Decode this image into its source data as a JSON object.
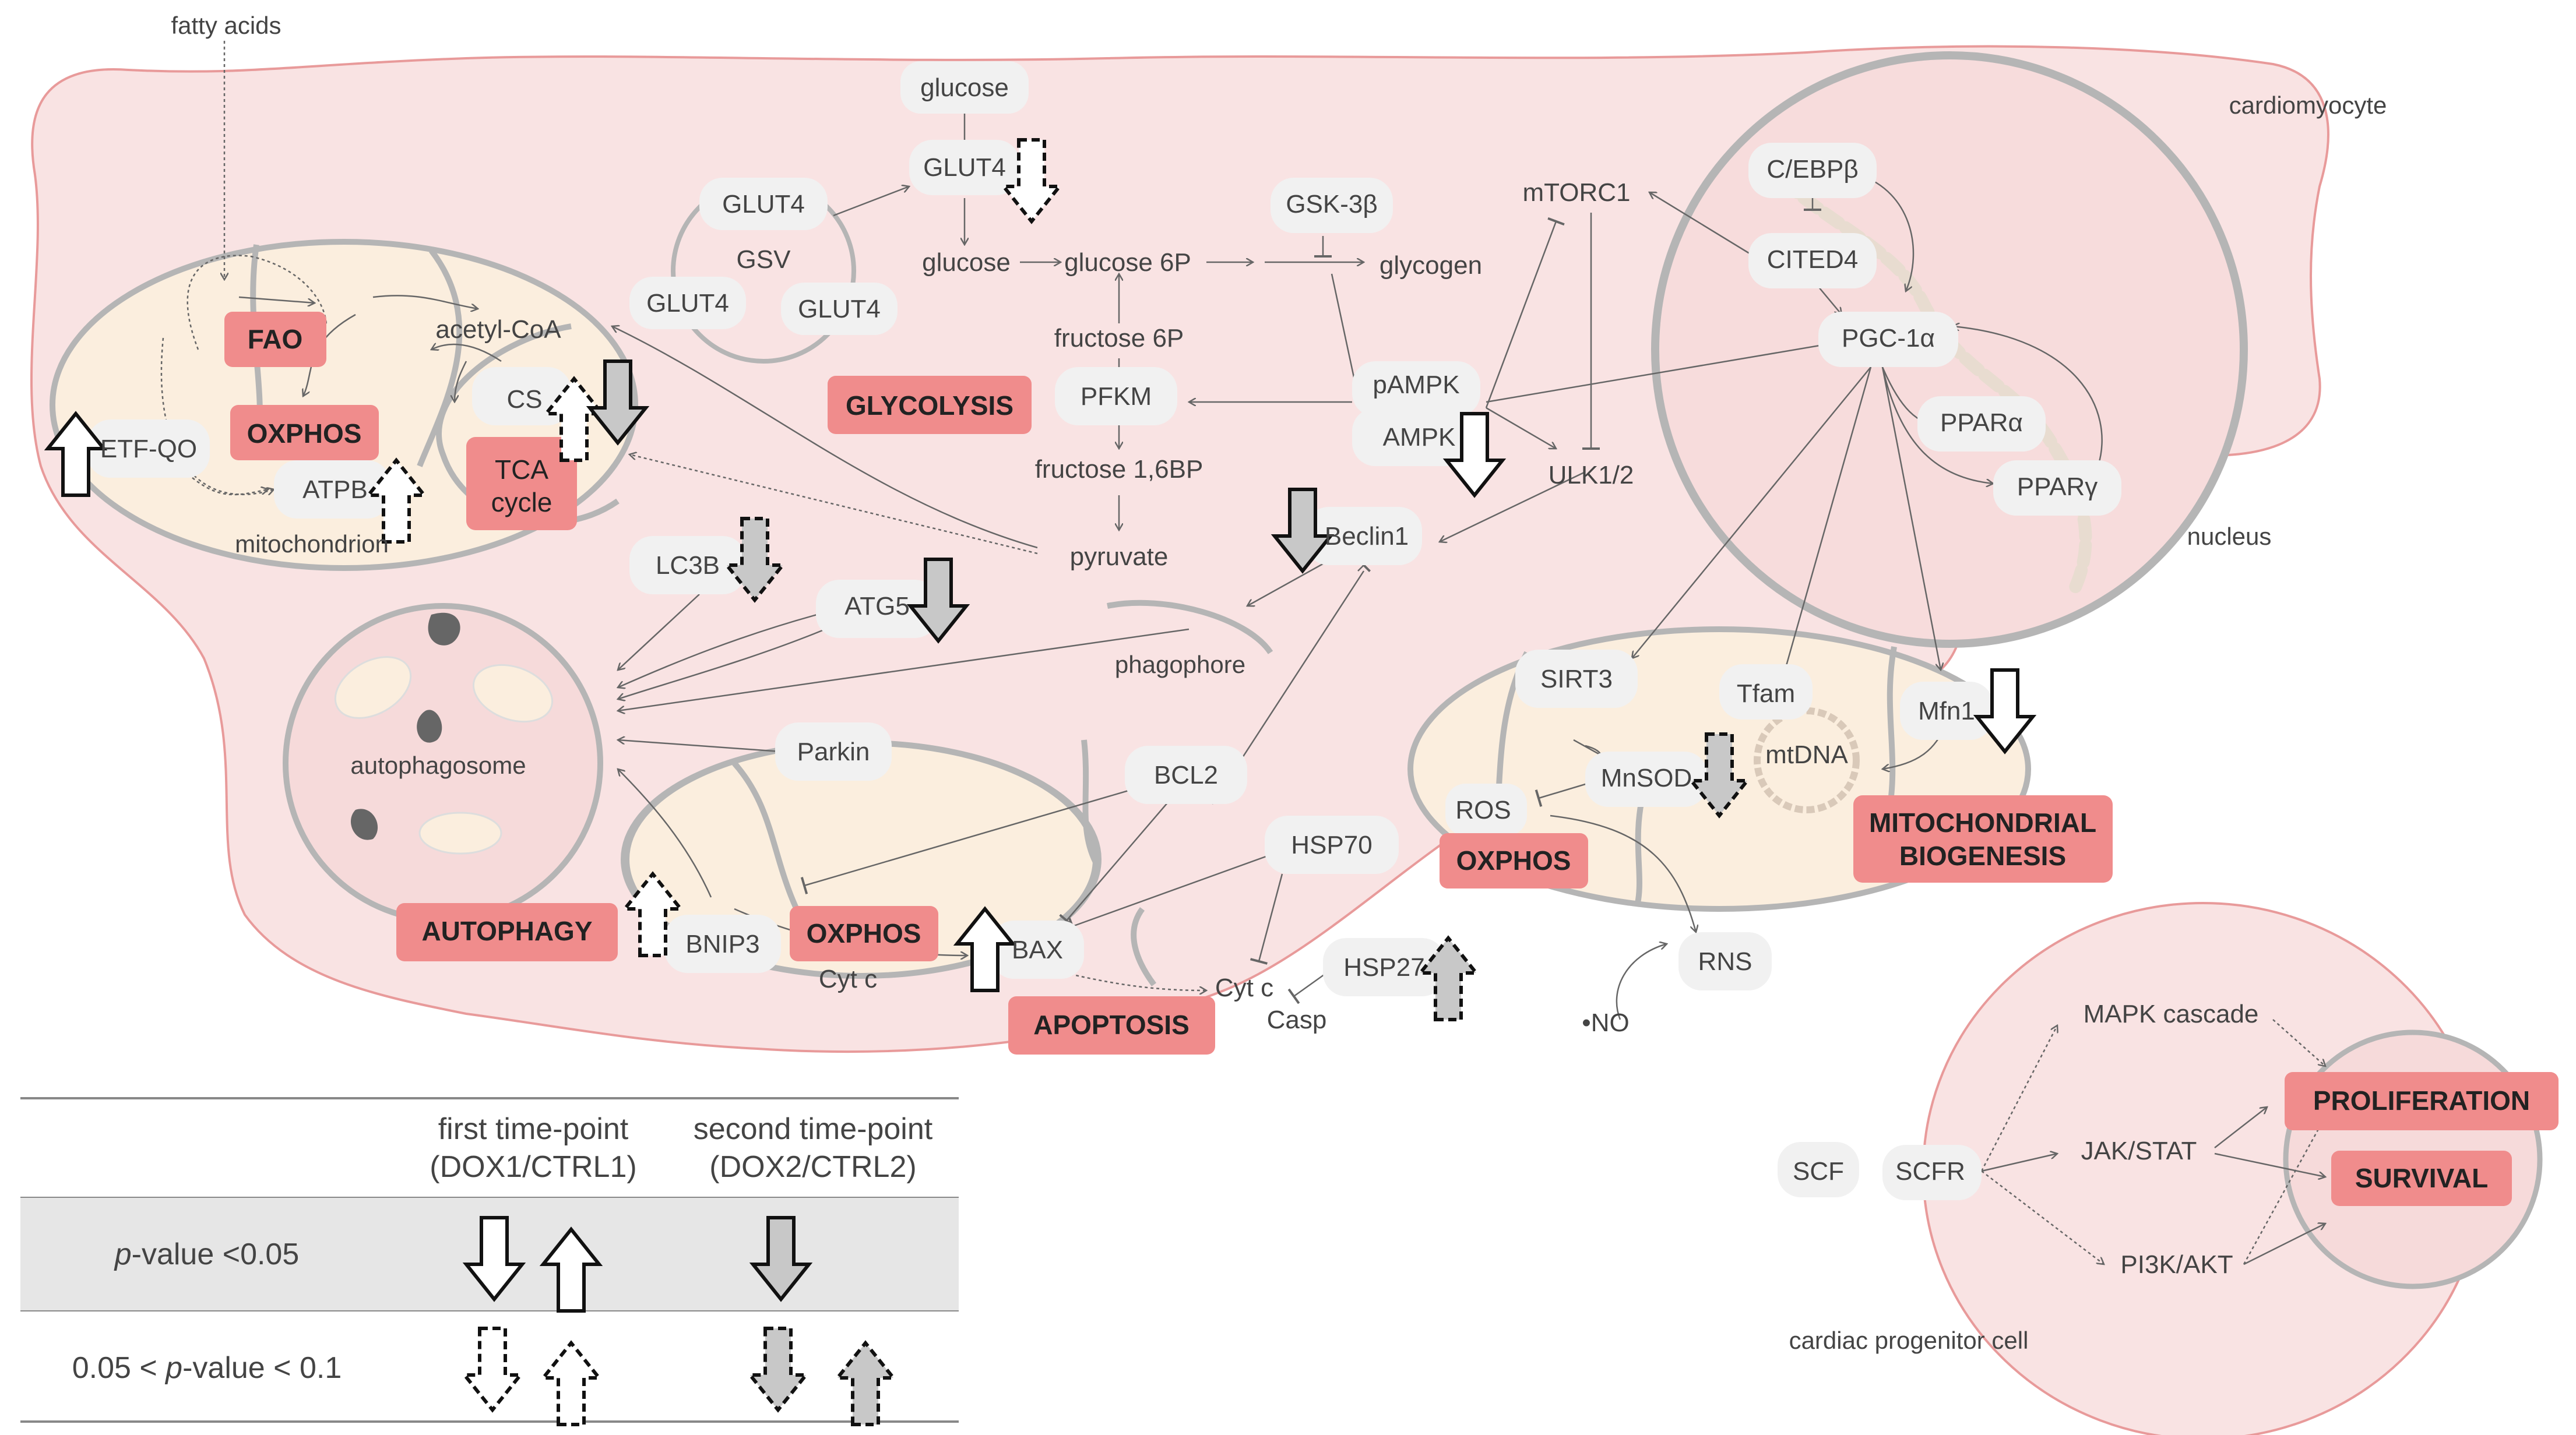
{
  "labels": {
    "fatty_acids": "fatty acids",
    "cardiomyocyte": "cardiomyocyte",
    "nucleus": "nucleus",
    "mitochondrion": "mitochondrion",
    "autophagosome": "autophagosome",
    "phagophore": "phagophore",
    "mtdna": "mtDNA",
    "cardiac_progenitor_cell": "cardiac progenitor cell",
    "gsv": "GSV",
    "glucose_ext": "glucose",
    "glucose": "glucose",
    "glucose_6p": "glucose 6P",
    "fructose_6p": "fructose 6P",
    "fructose_16bp": "fructose 1,6BP",
    "pyruvate": "pyruvate",
    "glycogen": "glycogen",
    "acetyl_coa": "acetyl-CoA",
    "cyt_c_inner": "Cyt c",
    "cyt_c": "Cyt c",
    "casp": "Casp",
    "no": "•NO",
    "ros": "ROS",
    "rns": "RNS",
    "mapk_cascade": "MAPK cascade",
    "jak_stat": "JAK/STAT",
    "pi3k_akt": "PI3K/AKT",
    "scf": "SCF",
    "scfr": "SCFR"
  },
  "proteins": {
    "glut4_top": "GLUT4",
    "glut4_a": "GLUT4",
    "glut4_b": "GLUT4",
    "glut4_c": "GLUT4",
    "gsk3b": "GSK-3β",
    "mtorc1": "mTORC1",
    "cebpb": "C/EBPβ",
    "cited4": "CITED4",
    "pgc1a": "PGC-1α",
    "ppara": "PPARα",
    "pparg": "PPARγ",
    "pfkm": "PFKM",
    "pampk": "pAMPK",
    "ampk": "AMPK",
    "ulk12": "ULK1/2",
    "beclin1": "Beclin1",
    "lc3b": "LC3B",
    "atg5": "ATG5",
    "cs": "CS",
    "etfqo": "ETF-QO",
    "atpb": "ATPB",
    "parkin": "Parkin",
    "bcl2": "BCL2",
    "bnip3": "BNIP3",
    "bax": "BAX",
    "hsp70": "HSP70",
    "hsp27": "HSP27",
    "sirt3": "SIRT3",
    "tfam": "Tfam",
    "mnsod": "MnSOD",
    "mfn1": "Mfn1"
  },
  "processes": {
    "fao": "FAO",
    "oxphos_1": "OXPHOS",
    "tca_line1": "TCA",
    "tca_line2": "cycle",
    "glycolysis": "GLYCOLYSIS",
    "autophagy": "AUTOPHAGY",
    "oxphos_2": "OXPHOS",
    "apoptosis": "APOPTOSIS",
    "oxphos_3": "OXPHOS",
    "mito_bio_line1": "MITOCHONDRIAL",
    "mito_bio_line2": "BIOGENESIS",
    "proliferation": "PROLIFERATION",
    "survival": "SURVIVAL"
  },
  "legend": {
    "col1_line1": "first time-point",
    "col1_line2": "(DOX1/CTRL1)",
    "col2_line1": "second time-point",
    "col2_line2": "(DOX2/CTRL2)",
    "row1_italic": "p",
    "row1_rest": "-value <0.05",
    "row2_pre": "0.05 < ",
    "row2_italic": "p",
    "row2_rest": "-value < 0.1"
  },
  "colors": {
    "cell_fill": "#f9e3e3",
    "cell_stroke": "#e89a9a",
    "process_box": "#f08c8c",
    "membrane_grey": "#b5b5b5",
    "protein_blob": "#f1f1f1",
    "legend_band": "#e6e6e6",
    "arrow_second_timepoint": "#c8c8c8"
  },
  "arrow_key": {
    "solid_white": "p-value <0.05, first time-point",
    "solid_grey": "p-value <0.05, second time-point",
    "dashed_white": "0.05 < p-value < 0.1, first time-point",
    "dashed_grey": "0.05 < p-value < 0.1, second time-point"
  }
}
